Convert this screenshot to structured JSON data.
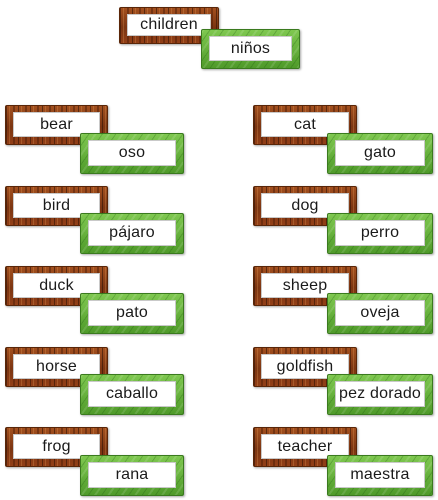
{
  "title_pair": {
    "english": "children",
    "spanish": "niños"
  },
  "left_column": [
    {
      "english": "bear",
      "spanish": "oso"
    },
    {
      "english": "bird",
      "spanish": "pájaro"
    },
    {
      "english": "duck",
      "spanish": "pato"
    },
    {
      "english": "horse",
      "spanish": "caballo"
    },
    {
      "english": "frog",
      "spanish": "rana"
    }
  ],
  "right_column": [
    {
      "english": "cat",
      "spanish": "gato"
    },
    {
      "english": "dog",
      "spanish": "perro"
    },
    {
      "english": "sheep",
      "spanish": "oveja"
    },
    {
      "english": "goldfish",
      "spanish": "pez dorado"
    },
    {
      "english": "teacher",
      "spanish": "maestra"
    }
  ],
  "colors": {
    "wood_card": "#7b3512",
    "leaf_card": "#4f9a2a",
    "text": "#1a1a1a"
  }
}
